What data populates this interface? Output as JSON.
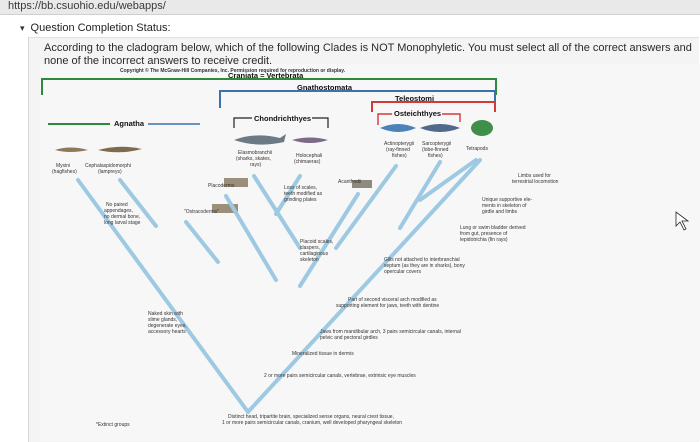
{
  "browser": {
    "url": "https://bb.csuohio.edu/webapps/"
  },
  "question": {
    "status_label": "Question Completion Status:",
    "text": "According to the cladogram below, which of the following Clades is NOT Monophyletic. You must select all of the correct answers and none of the incorrect answers to receive credit."
  },
  "diagram": {
    "copyright": "Copyright © The McGraw-Hill Companies, Inc. Permission required for reproduction or display.",
    "clades": {
      "craniata": "Craniata = Vertebrata",
      "gnathostomata": "Gnathostomata",
      "teleostomi": "Teleostomi",
      "agnatha": "Agnatha",
      "chondrichthyes": "Chondrichthyes",
      "osteichthyes": "Osteichthyes"
    },
    "taxa": {
      "myxini_1": "Myxini",
      "myxini_2": "(hagfishes)",
      "cephalaspido_1": "Cephalaspidomorphi",
      "cephalaspido_2": "(lampreys)",
      "elasmo_1": "Elasmobranchii",
      "elasmo_2": "(sharks, skates,",
      "elasmo_3": "rays)",
      "holo_1": "Holocephali",
      "holo_2": "(chimaeras)",
      "actino_1": "Actinopterygii",
      "actino_2": "(ray-finned",
      "actino_3": "fishes)",
      "sarco_1": "Sarcopterygii",
      "sarco_2": "(lobe-finned",
      "sarco_3": "fishes)",
      "tetrapods": "Tetrapods",
      "placoderms": "Placoderms",
      "acanthodii": "Acanthodii",
      "ostracoderms": "\"Ostracoderms\""
    },
    "traits": {
      "no_paired_1": "No paired",
      "no_paired_2": "appendages,",
      "no_paired_3": "no dermal bone,",
      "no_paired_4": "long larval stage",
      "loss_scales_1": "Loss of scales,",
      "loss_scales_2": "teeth modified as",
      "loss_scales_3": "grinding plates",
      "limbs_1": "Limbs used for",
      "limbs_2": "terrestrial locomotion",
      "unique_1": "Unique supportive ele-",
      "unique_2": "ments in skeleton of",
      "unique_3": "girdle and limbs",
      "lung_1": "Lung or swim bladder derived",
      "lung_2": "from gut, presence of",
      "lung_3": "lepidotrichia (fin rays)",
      "placoid_1": "Placoid scales,",
      "placoid_2": "claspers,",
      "placoid_3": "cartilaginous",
      "placoid_4": "skeleton",
      "gills_1": "Gills not attached to interbranchial",
      "gills_2": "septum (as they are in sharks), bony",
      "gills_3": "opercular covers",
      "naked_1": "Naked skin with",
      "naked_2": "slime glands,",
      "naked_3": "degenerate eyes,",
      "naked_4": "accessory hearts",
      "visceral_1": "Part of second visceral arch modified as",
      "visceral_2": "supporting element for jaws, teeth with dentine",
      "jaws_1": "Jaws from mandibular arch, 3 pairs semicircular canals, internal",
      "jaws_2": "pelvic and pectoral girdles",
      "mineralized": "Mineralized tissue in dermis",
      "semicircular": "2 or more pairs semicircular canals, vertebrae, extrinsic eye muscles",
      "head_1": "Distinct head, tripartite brain, specialized sense organs, neural crest tissue,",
      "head_2": "1 or more pairs semicircular canals, cranium, well developed pharyngeal skeleton",
      "extinct": "*Extinct groups"
    }
  },
  "colors": {
    "page_bg": "#ffffff",
    "card_bg": "#f4f4f5",
    "bracket_green": "#2d8a3a",
    "bracket_blue": "#3a72b0",
    "bracket_red": "#d23a3a",
    "branch": "#9ec9e2"
  }
}
